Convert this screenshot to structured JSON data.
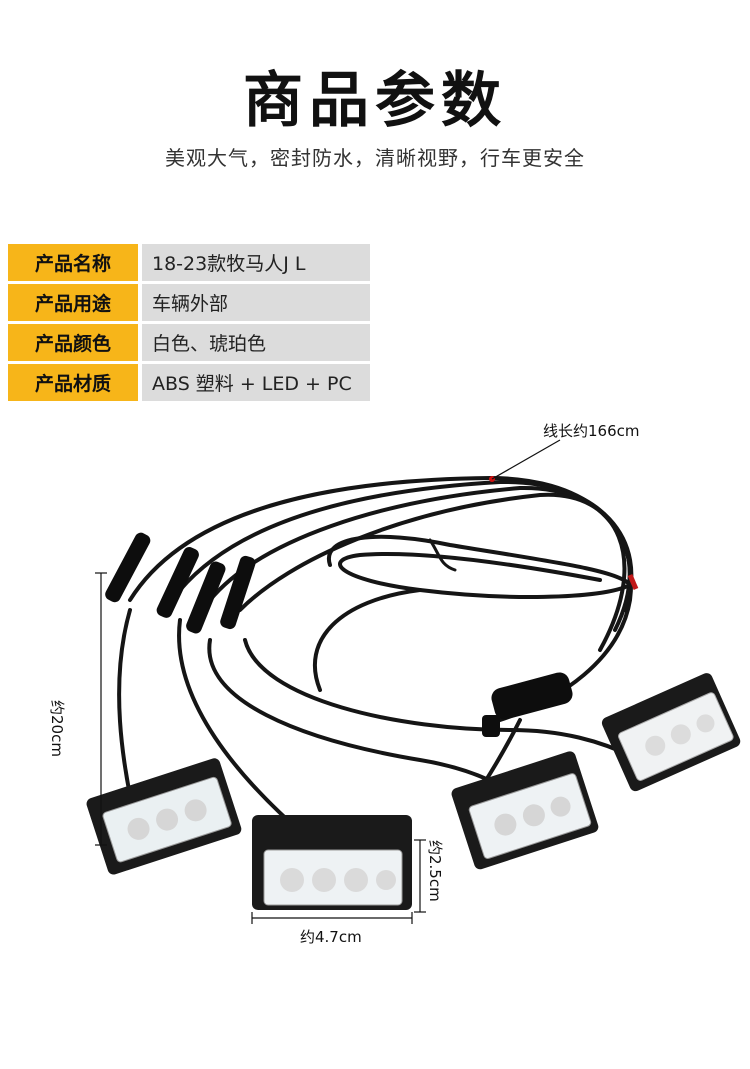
{
  "header": {
    "title": "商品参数",
    "subtitle": "美观大气，密封防水，清晰视野，行车更安全"
  },
  "specs": [
    {
      "label": "产品名称",
      "value": "18-23款牧马人J L"
    },
    {
      "label": "产品用途",
      "value": "车辆外部"
    },
    {
      "label": "产品颜色",
      "value": "白色、琥珀色"
    },
    {
      "label": "产品材质",
      "value": "ABS 塑料 + LED + PC"
    }
  ],
  "annotations": {
    "cable_length": "线长约166cm",
    "height": "约20cm",
    "width": "约4.7cm",
    "depth": "约2.5cm"
  },
  "colors": {
    "label_bg": "#f7b519",
    "value_bg": "#dcdcdc"
  }
}
